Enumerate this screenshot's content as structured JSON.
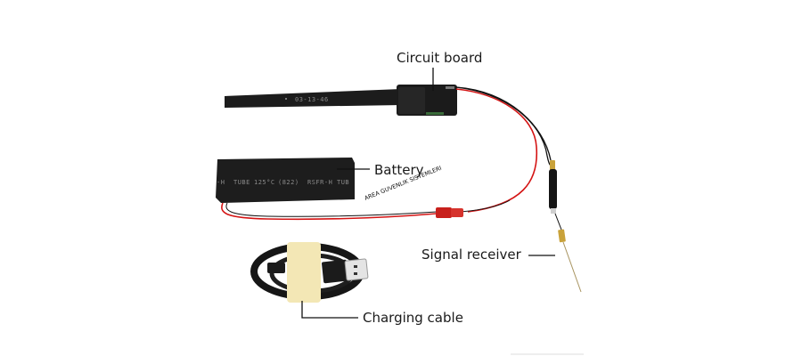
{
  "image": {
    "description": "Product photo of a mini hidden camera module kit with labeled components",
    "background_color": "#ffffff"
  },
  "labels": {
    "circuit_board": "Circuit board",
    "battery": "Battery",
    "signal_receiver": "Signal receiver",
    "charging_cable": "Charging cable"
  },
  "watermark": "AREA GUVENLIK SISTEMLERI",
  "printed_text": {
    "battery_sleeve": [
      "-H",
      "TUBE",
      "125°C",
      "(822)",
      "RSFR-H",
      "TUB"
    ],
    "flex_cable": "03-13-46"
  },
  "colors": {
    "wire_red": "#d41414",
    "wire_black": "#111111",
    "connector_red": "#c8201c",
    "component_black": "#1b1b1b",
    "gold_contact": "#c9a23a",
    "cable_band": "#f3e7b5"
  }
}
